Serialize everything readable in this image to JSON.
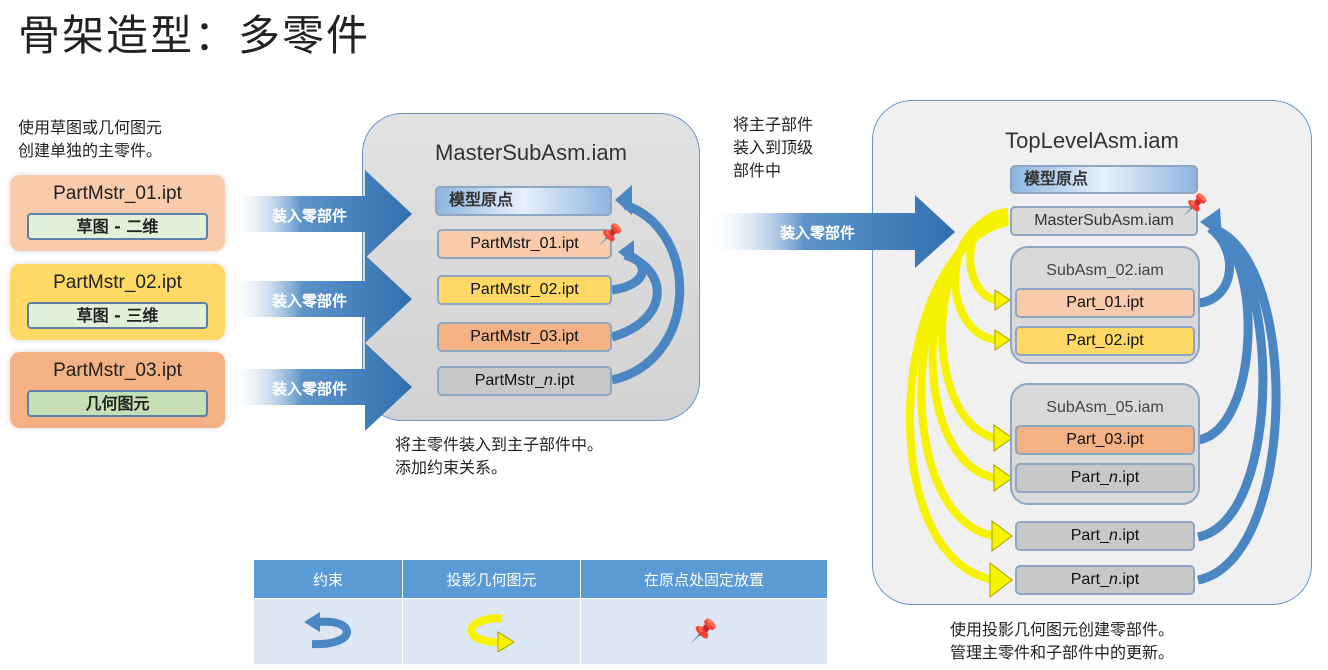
{
  "title": "骨架造型：多零件",
  "left_note": [
    "使用草图或几何图元",
    "创建单独的主零件。"
  ],
  "master_parts": [
    {
      "name": "PartMstr_01.ipt",
      "sub": "草图 - 二维",
      "color": "#f8cbad"
    },
    {
      "name": "PartMstr_02.ipt",
      "sub": "草图 - 三维",
      "color": "#ffd966"
    },
    {
      "name": "PartMstr_03.ipt",
      "sub": "几何图元",
      "color": "#f4b183"
    }
  ],
  "place_label": "装入零部件",
  "master_asm": {
    "title": "MasterSubAsm.iam",
    "origin": "模型原点",
    "items": [
      "PartMstr_01.ipt",
      "PartMstr_02.ipt",
      "PartMstr_03.ipt"
    ],
    "last_prefix": "PartMstr_",
    "last_italic": "n",
    "last_suffix": ".ipt"
  },
  "master_caption": [
    "将主零件装入到主子部件中。",
    "添加约束关系。"
  ],
  "mid_note": [
    "将主子部件",
    "装入到顶级",
    "部件中"
  ],
  "top_asm": {
    "title": "TopLevelAsm.iam",
    "origin": "模型原点",
    "master": "MasterSubAsm.iam",
    "sub1": {
      "title": "SubAsm_02.iam",
      "items": [
        "Part_01.ipt",
        "Part_02.ipt"
      ]
    },
    "sub2": {
      "title": "SubAsm_05.iam",
      "item": "Part_03.ipt"
    },
    "n_prefix": "Part_",
    "n_italic": "n",
    "n_suffix": ".ipt"
  },
  "top_caption": [
    "使用投影几何图元创建零部件。",
    "管理主零件和子部件中的更新。"
  ],
  "legend": {
    "headers": [
      "约束",
      "投影几何图元",
      "在原点处固定放置"
    ],
    "icons": [
      "constraint-arrow-icon",
      "projected-geometry-arrow-icon",
      "pushpin-icon"
    ]
  }
}
